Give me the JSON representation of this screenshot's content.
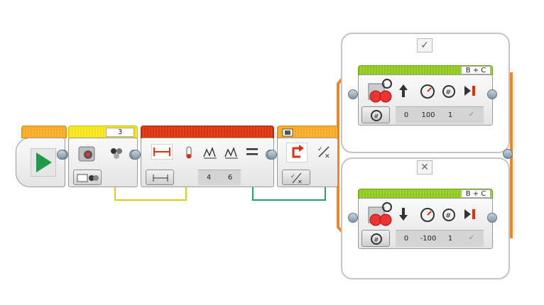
{
  "colors": {
    "flow": "#e8862a",
    "start": "#f6a623",
    "sensor": "#f4e10c",
    "compare": "#d8310f",
    "motor": "#8dc41e",
    "wire_yellow": "#e8c81a",
    "wire_green": "#2a9c6a"
  },
  "color_sensor_block": {
    "port": "3",
    "icon": "color-sensor-icon",
    "mode_icon": "measure-color-icon"
  },
  "compare_block": {
    "mode_icon": "compare-range-icon",
    "value1": "4",
    "value2": "6",
    "icons": [
      "distance-icon",
      "sensor-reading-icon",
      "lower-bound-icon",
      "upper-bound-icon",
      "equals-icon"
    ]
  },
  "switch_block": {
    "mode_icon": "logic-switch-icon",
    "case_true_label": "✓",
    "case_false_label": "✕"
  },
  "motor_true": {
    "ports": "B + C",
    "power": "0",
    "speed": "100",
    "rotations": "1"
  },
  "motor_false": {
    "ports": "B + C",
    "power": "0",
    "speed": "-100",
    "rotations": "1"
  }
}
